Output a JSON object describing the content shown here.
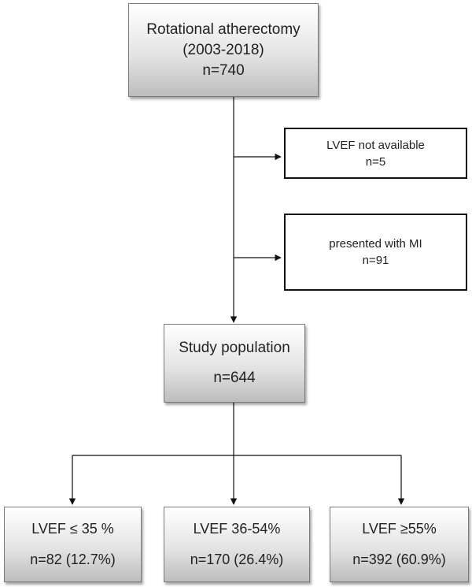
{
  "top_box": {
    "line1": "Rotational atherectomy",
    "line2": "(2003-2018)",
    "line3": "n=740"
  },
  "exclusions": [
    {
      "label": "LVEF not available",
      "count": "n=5"
    },
    {
      "label": "presented with MI",
      "count": "n=91"
    }
  ],
  "study_population": {
    "label": "Study population",
    "count": "n=644"
  },
  "groups": [
    {
      "label": "LVEF ≤ 35 %",
      "count": "n=82 (12.7%)"
    },
    {
      "label": "LVEF 36-54%",
      "count": "n=170 (26.4%)"
    },
    {
      "label": "LVEF ≥55%",
      "count": "n=392 (60.9%)"
    }
  ]
}
